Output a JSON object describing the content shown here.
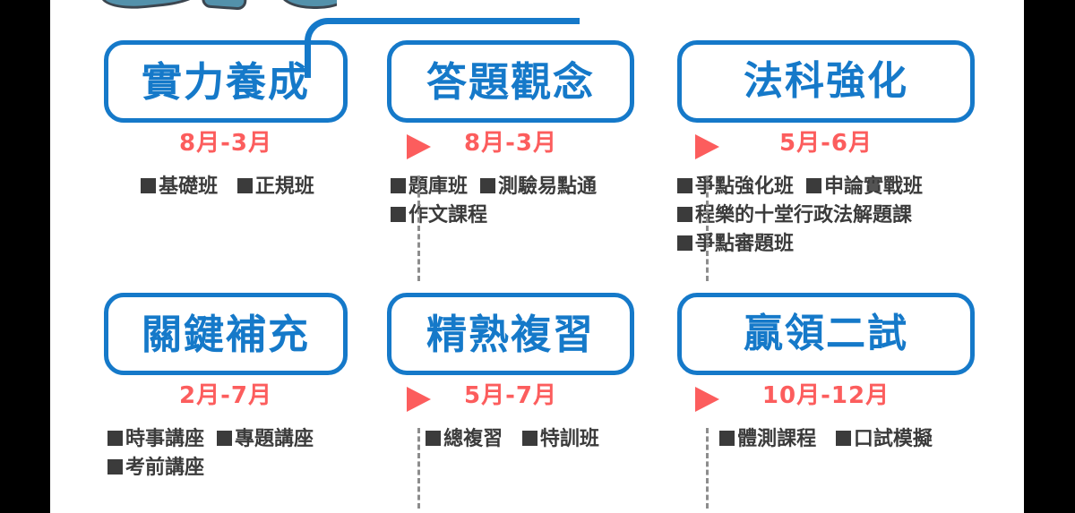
{
  "theme": {
    "accent_blue": "#1579c9",
    "accent_red": "#fc5d5d",
    "text_dark": "#3b3b3b",
    "divider_gray": "#8d8d8d",
    "background": "#ffffff",
    "letterbox": "#000000"
  },
  "stages": [
    {
      "id": "stage-1",
      "title": "實力養成",
      "date": "8月-3月",
      "items": [
        "基礎班",
        "正規班"
      ],
      "layout": "centered"
    },
    {
      "id": "stage-2",
      "title": "答題觀念",
      "date": "8月-3月",
      "items": [
        "題庫班",
        "測驗易點通",
        "作文課程"
      ],
      "layout": "left"
    },
    {
      "id": "stage-3",
      "title": "法科強化",
      "date": "5月-6月",
      "items": [
        "爭點強化班",
        "申論實戰班",
        "程樂的十堂行政法解題課",
        "爭點審題班"
      ],
      "layout": "left"
    },
    {
      "id": "stage-4",
      "title": "關鍵補充",
      "date": "2月-7月",
      "items": [
        "時事講座",
        "專題講座",
        "考前講座"
      ],
      "layout": "left"
    },
    {
      "id": "stage-5",
      "title": "精熟複習",
      "date": "5月-7月",
      "items": [
        "總複習",
        "特訓班"
      ],
      "layout": "centered"
    },
    {
      "id": "stage-6",
      "title": "贏領二試",
      "date": "10月-12月",
      "items": [
        "體測課程",
        "口試模擬"
      ],
      "layout": "centered"
    }
  ],
  "connectors": {
    "arrow_icon": "triangle-right-icon",
    "divider_icon": "vertical-dashed-divider"
  }
}
